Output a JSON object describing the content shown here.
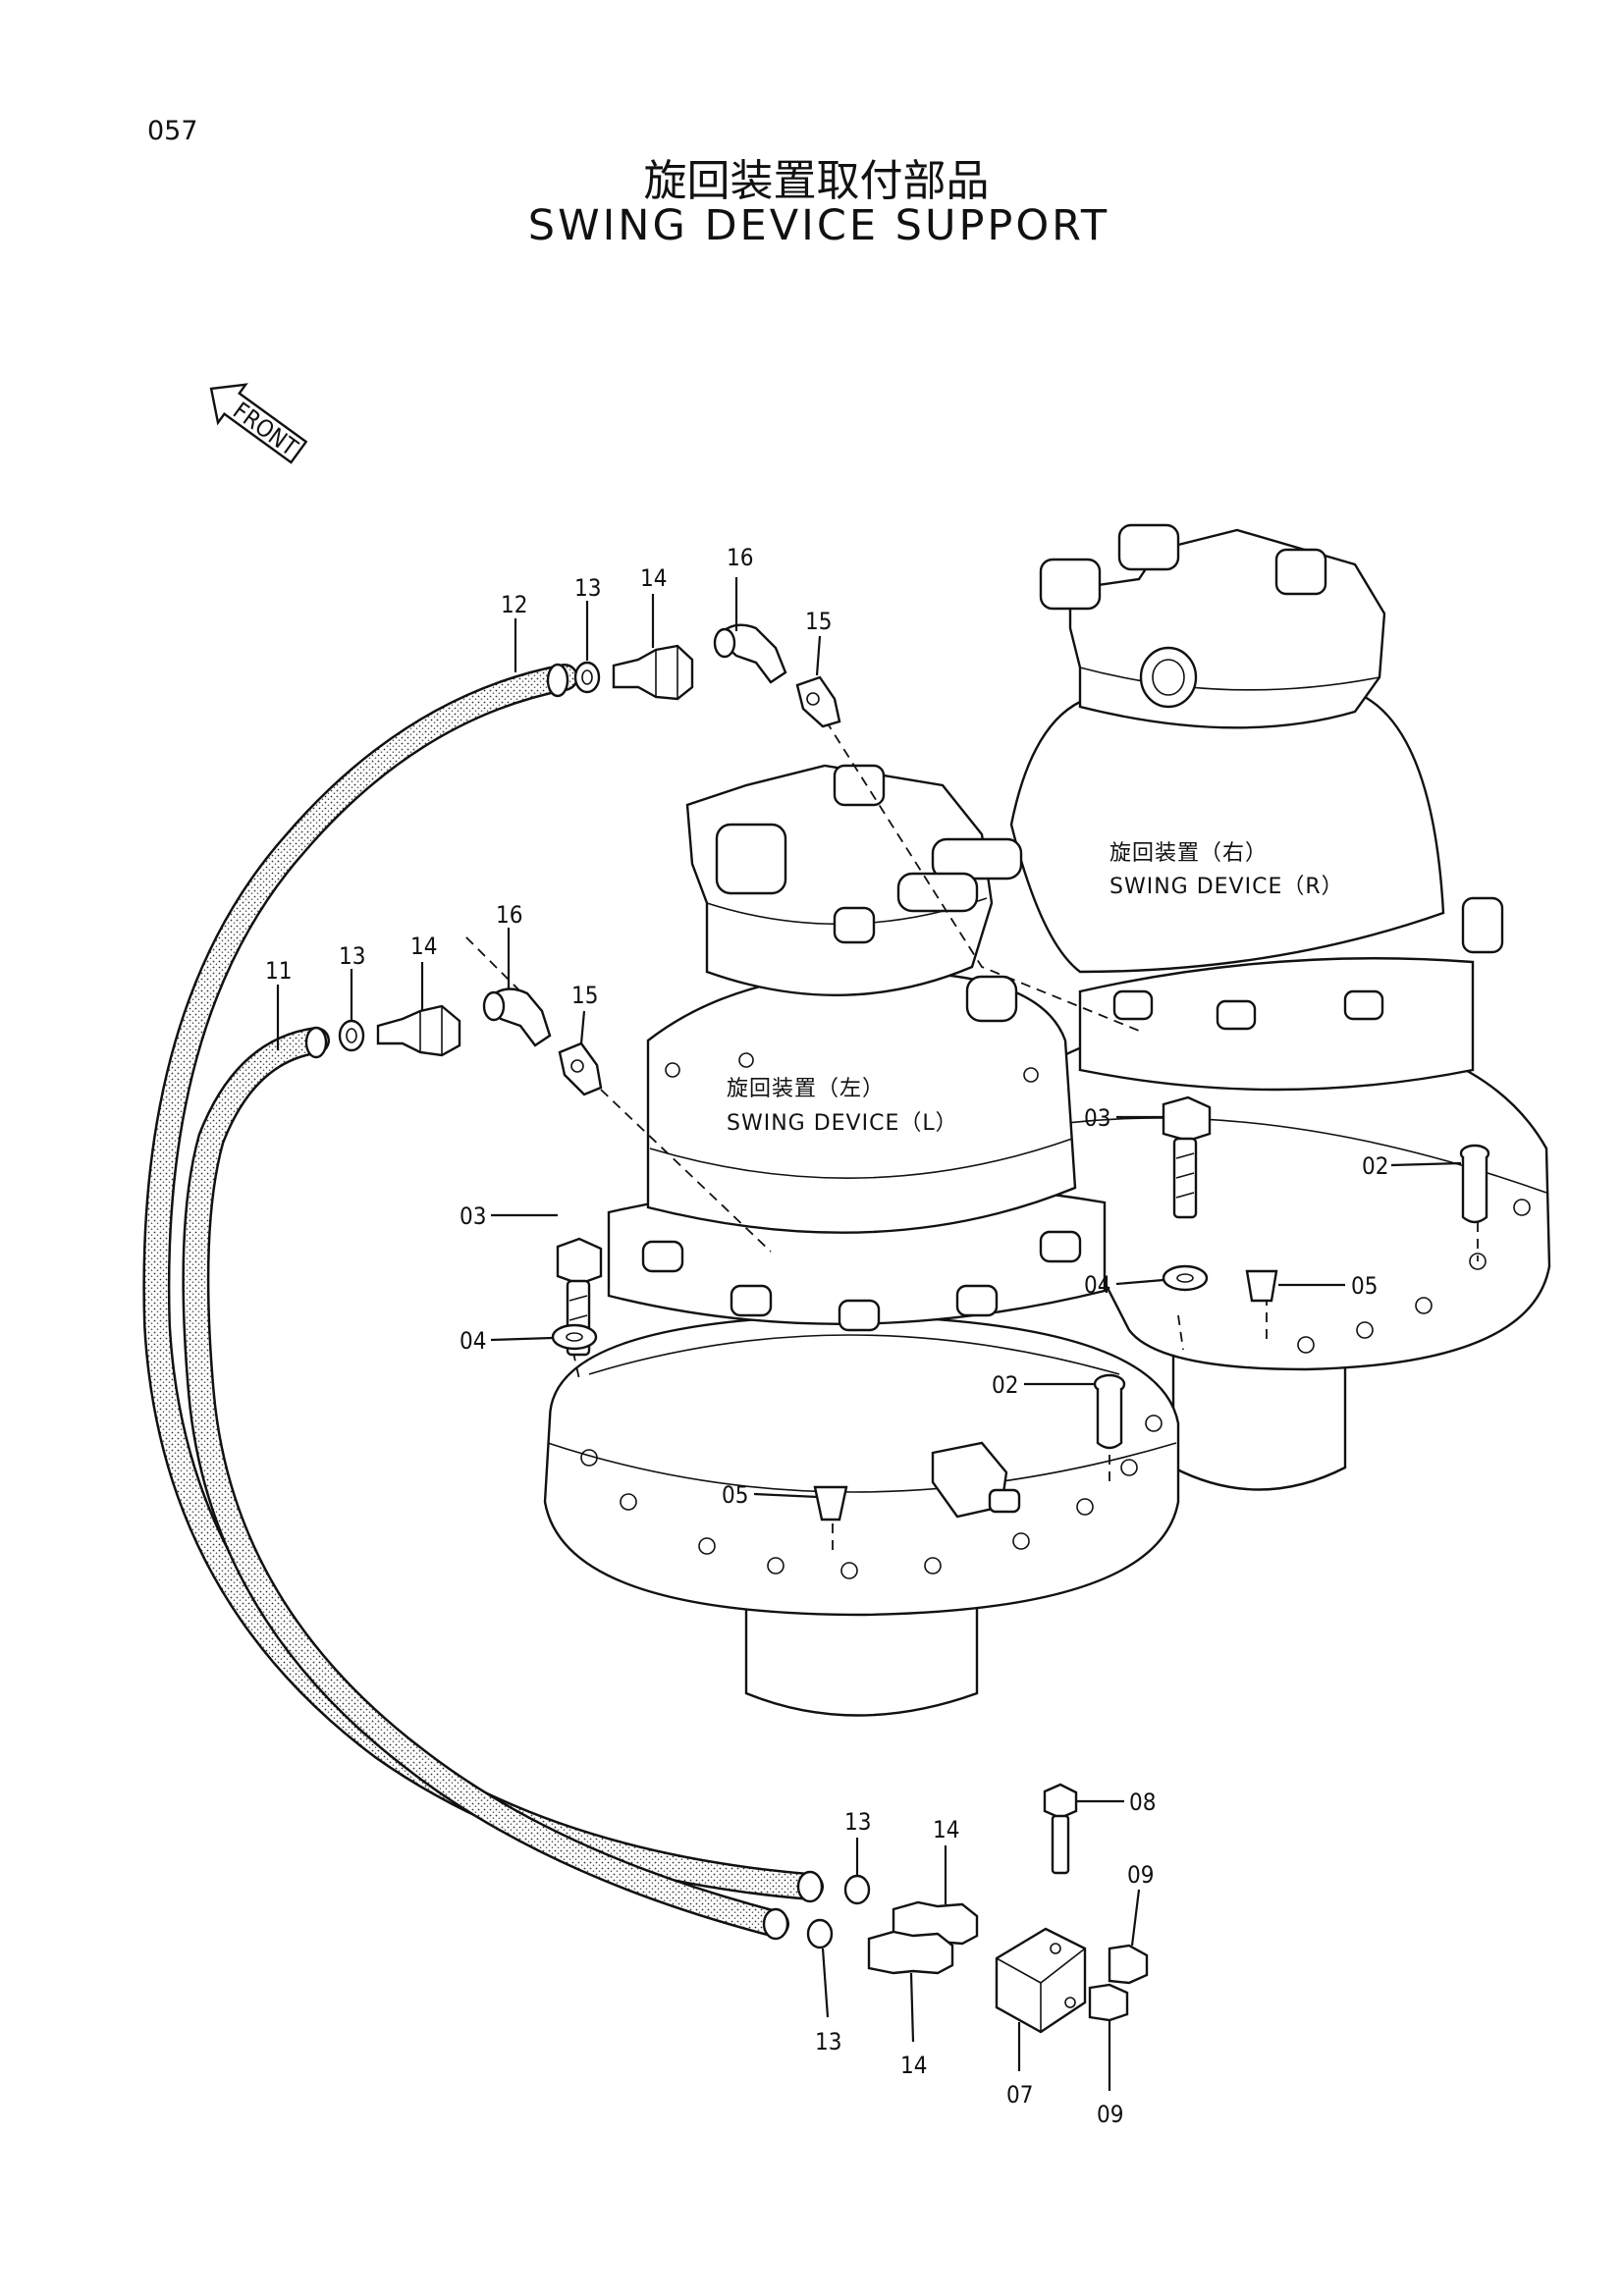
{
  "header": {
    "page_number": "057",
    "title_jp": "旋回装置取付部品",
    "title_en": "SWING DEVICE SUPPORT"
  },
  "arrow": {
    "label": "FRONT"
  },
  "devices": {
    "right_jp": "旋回装置（右）",
    "right_en": "SWING DEVICE（R）",
    "left_jp": "旋回装置（左）",
    "left_en": "SWING DEVICE（L）"
  },
  "callouts": {
    "c12": "12",
    "c13a": "13",
    "c14a": "14",
    "c16a": "16",
    "c15a": "15",
    "c11": "11",
    "c13b": "13",
    "c14b": "14",
    "c16b": "16",
    "c15b": "15",
    "c03a": "03",
    "c04a": "04",
    "c03b": "03",
    "c02a": "02",
    "c04b": "04",
    "c05a": "05",
    "c02b": "02",
    "c05b": "05",
    "c13c": "13",
    "c14c": "14",
    "c08": "08",
    "c09a": "09",
    "c13d": "13",
    "c14d": "14",
    "c07": "07",
    "c09b": "09"
  }
}
